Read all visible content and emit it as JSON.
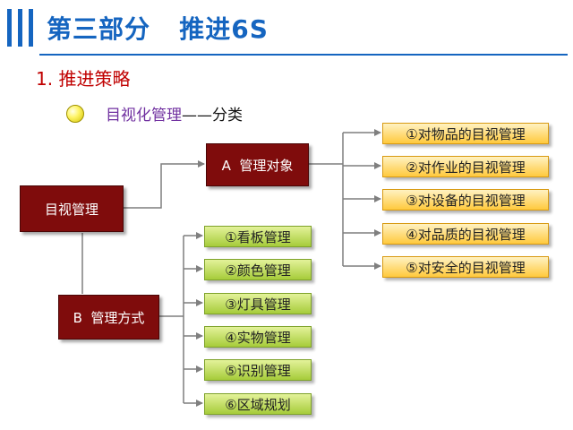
{
  "header": {
    "title": "第三部分   推进6S"
  },
  "section": {
    "title": "1. 推进策略"
  },
  "subtitle": {
    "main": "目视化管理",
    "suffix": "——分类"
  },
  "diagram": {
    "root": "目视管理",
    "branch_a": "A  管理对象",
    "branch_b": "B  管理方式",
    "a_items": [
      "①对物品的目视管理",
      "②对作业的目视管理",
      "③对设备的目视管理",
      "④对品质的目视管理",
      "⑤对安全的目视管理"
    ],
    "b_items": [
      "①看板管理",
      "②颜色管理",
      "③灯具管理",
      "④实物管理",
      "⑤识别管理",
      "⑥区域规划"
    ]
  },
  "colors": {
    "accent": "#1565c0",
    "section_red": "#c00000",
    "subtitle_purple": "#7030a0",
    "node_red": "#7f0c0c",
    "node_yellow": "#ffc93d",
    "node_green": "#a6cc3a",
    "connector": "#7f7f7f"
  }
}
